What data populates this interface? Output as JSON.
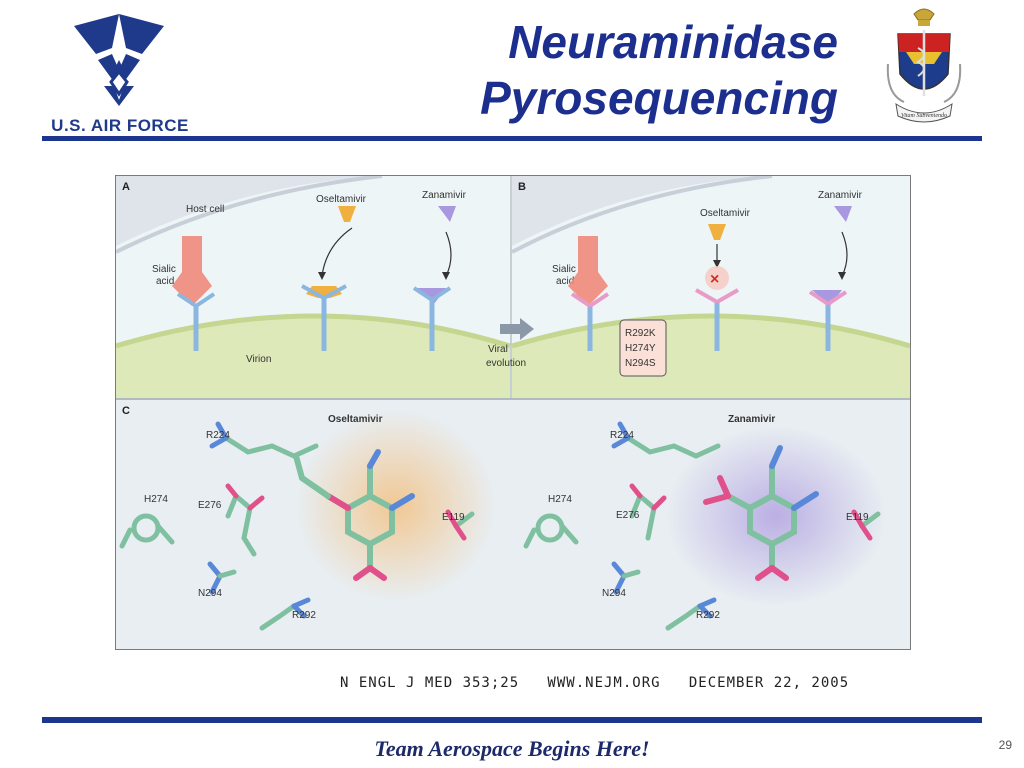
{
  "header": {
    "title_line1": "Neuraminidase",
    "title_line2": "Pyrosequencing",
    "logo_left_text": "U.S. AIR FORCE",
    "logo_left_icon": "air-force-wings-icon",
    "logo_right_icon": "medical-crest-icon",
    "crest_motto": "Vitam Subveniendo",
    "colors": {
      "title": "#1c2f8f",
      "rule": "#1c3690"
    }
  },
  "figure": {
    "panel_a": {
      "letter": "A",
      "host_cell": "Host cell",
      "oseltamivir": "Oseltamivir",
      "zanamivir": "Zanamivir",
      "sialic": "Sialic",
      "acid": "acid",
      "virion": "Virion"
    },
    "arrow_text_line1": "Viral",
    "arrow_text_line2": "evolution",
    "panel_b": {
      "letter": "B",
      "oseltamivir": "Oseltamivir",
      "zanamivir": "Zanamivir",
      "sialic": "Sialic",
      "acid": "acid",
      "mutations": [
        "R292K",
        "H274Y",
        "N294S"
      ]
    },
    "panel_c": {
      "letter": "C",
      "left_title": "Oseltamivir",
      "right_title": "Zanamivir",
      "residues": [
        "R224",
        "H274",
        "E276",
        "E119",
        "N294",
        "R292"
      ]
    }
  },
  "citation": "N ENGL J MED 353;25   WWW.NEJM.ORG   DECEMBER 22, 2005",
  "footer": {
    "tagline": "Team Aerospace Begins Here!",
    "page_number": "29"
  }
}
